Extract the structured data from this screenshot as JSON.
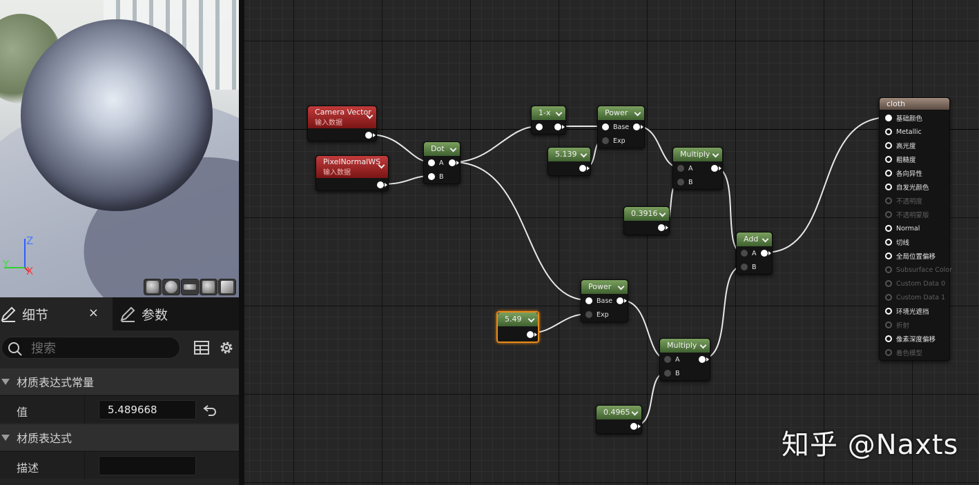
{
  "viewport": {
    "axis": {
      "z": "Z",
      "y": "Y",
      "x": "X"
    },
    "preview_buttons": [
      "cylinder-preview",
      "sphere-preview",
      "plane-preview",
      "cube-preview",
      "custom-mesh-preview"
    ]
  },
  "details": {
    "tabs": [
      {
        "label": "细节",
        "icon": "pencil-icon",
        "active": true,
        "closable": true,
        "close": "×"
      },
      {
        "label": "参数",
        "icon": "pencil-icon",
        "active": false
      }
    ],
    "search": {
      "placeholder": "搜索",
      "value": ""
    },
    "sections": [
      {
        "title": "材质表达式常量",
        "rows": [
          {
            "label": "值",
            "value": "5.489668"
          }
        ]
      },
      {
        "title": "材质表达式",
        "rows": [
          {
            "label": "描述",
            "value": ""
          }
        ]
      }
    ]
  },
  "graph": {
    "nodes": {
      "camera_vector": {
        "title": "Camera Vector",
        "subtitle": "输入数据"
      },
      "pixel_normal": {
        "title": "PixelNormalWS",
        "subtitle": "输入数据"
      },
      "dot": {
        "title": "Dot",
        "pins": [
          "A",
          "B"
        ]
      },
      "one_minus": {
        "title": "1-x"
      },
      "power1": {
        "title": "Power",
        "pins": [
          "Base",
          "Exp"
        ]
      },
      "const_5139": {
        "title": "5.139"
      },
      "multiply1": {
        "title": "Multiply",
        "pins": [
          "A",
          "B"
        ]
      },
      "const_03916": {
        "title": "0.3916"
      },
      "add": {
        "title": "Add",
        "pins": [
          "A",
          "B"
        ]
      },
      "power2": {
        "title": "Power",
        "pins": [
          "Base",
          "Exp"
        ]
      },
      "const_549": {
        "title": "5.49",
        "selected": true
      },
      "multiply2": {
        "title": "Multiply",
        "pins": [
          "A",
          "B"
        ]
      },
      "const_04965": {
        "title": "0.4965"
      }
    },
    "output": {
      "title": "cloth",
      "pins": [
        {
          "label": "基础颜色",
          "enabled": true,
          "connected": true
        },
        {
          "label": "Metallic",
          "enabled": true
        },
        {
          "label": "高光度",
          "enabled": true
        },
        {
          "label": "粗糙度",
          "enabled": true
        },
        {
          "label": "各向异性",
          "enabled": true
        },
        {
          "label": "自发光颜色",
          "enabled": true
        },
        {
          "label": "不透明度",
          "enabled": false
        },
        {
          "label": "不透明蒙版",
          "enabled": false
        },
        {
          "label": "Normal",
          "enabled": true
        },
        {
          "label": "切线",
          "enabled": true
        },
        {
          "label": "全局位置偏移",
          "enabled": true
        },
        {
          "label": "Subsurface Color",
          "enabled": false
        },
        {
          "label": "Custom Data 0",
          "enabled": false
        },
        {
          "label": "Custom Data 1",
          "enabled": false
        },
        {
          "label": "环境光遮挡",
          "enabled": true
        },
        {
          "label": "折射",
          "enabled": false
        },
        {
          "label": "像素深度偏移",
          "enabled": true
        },
        {
          "label": "着色模型",
          "enabled": false
        }
      ]
    }
  },
  "watermark": "知乎 @Naxts"
}
